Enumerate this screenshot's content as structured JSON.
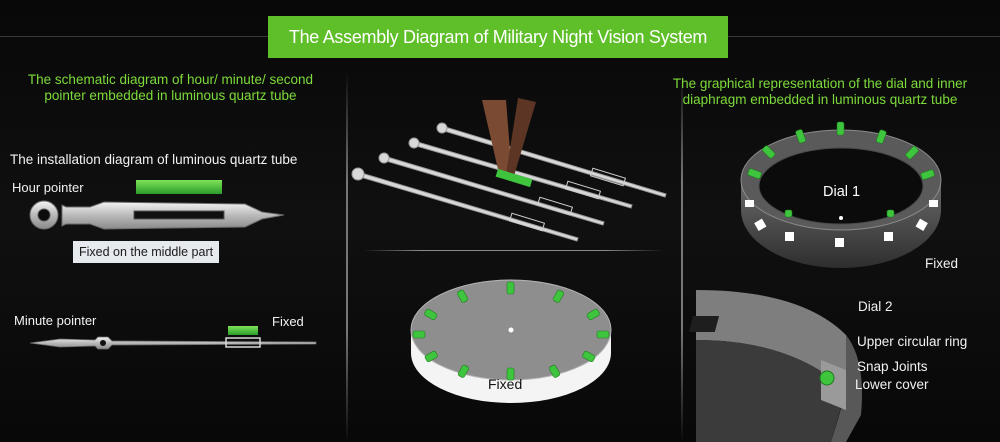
{
  "header": {
    "title": "The Assembly Diagram of Military Night Vision System"
  },
  "left_panel": {
    "heading": "The schematic diagram of hour/ minute/ second pointer embedded in luminous quartz tube",
    "subheading": "The installation diagram of luminous quartz tube",
    "hour_label": "Hour pointer",
    "middle_label": "Fixed on the middle part",
    "minute_label": "Minute pointer",
    "minute_fixed": "Fixed"
  },
  "center_panel": {
    "dial_fixed": "Fixed"
  },
  "right_panel": {
    "heading": "The graphical representation of the dial and inner diaphragm embedded in luminous quartz tube",
    "dial1": "Dial 1",
    "fixed": "Fixed",
    "dial2": "Dial 2",
    "upper_ring": "Upper circular ring",
    "snap_joints": "Snap Joints",
    "lower_cover": "Lower cover"
  },
  "colors": {
    "accent": "#5fbf29",
    "heading_green": "#7ddb3a",
    "lume": "#35c23a"
  }
}
